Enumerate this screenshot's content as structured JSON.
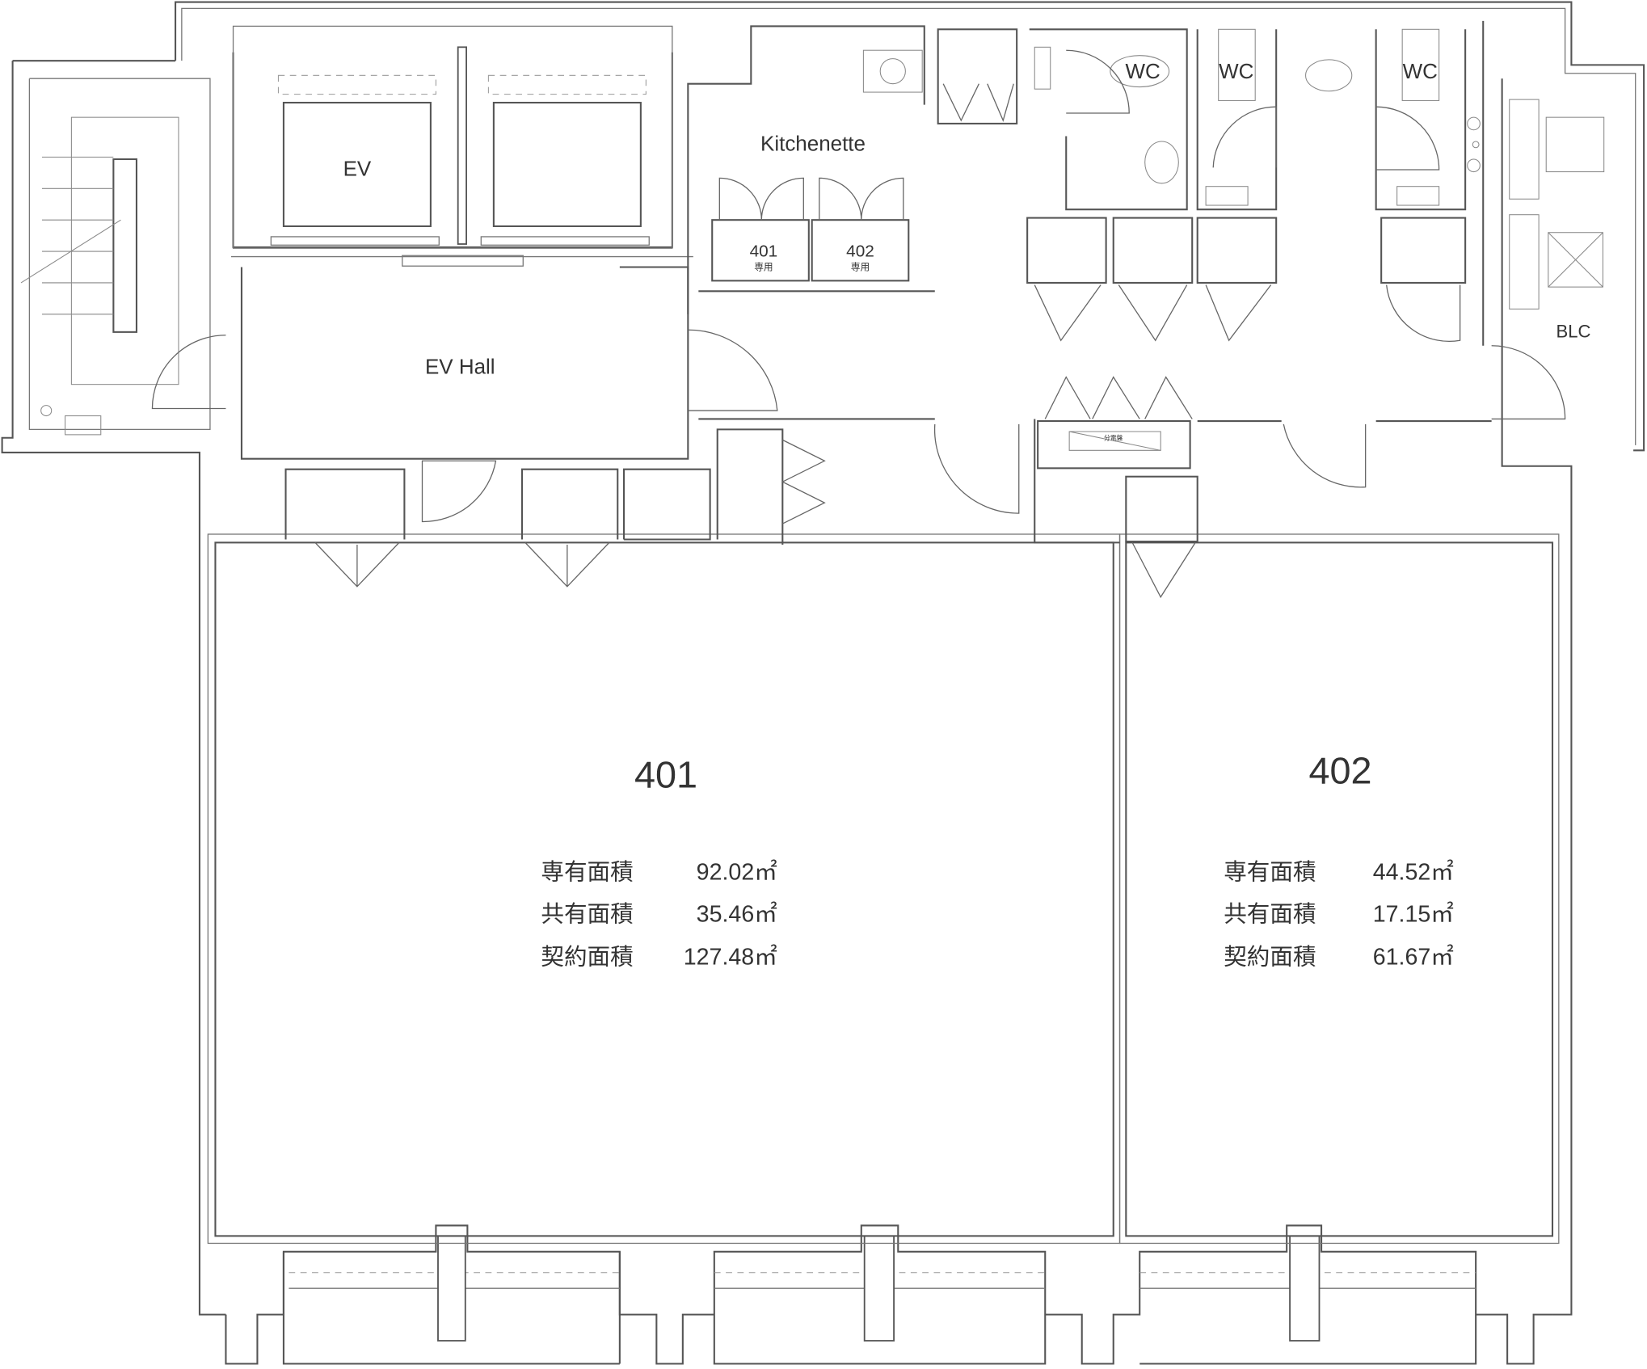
{
  "rooms": {
    "ev": "EV",
    "ev_hall": "EV Hall",
    "kitchenette": "Kitchenette",
    "locker_401": "401",
    "locker_401_sub": "専用",
    "locker_402": "402",
    "locker_402_sub": "専用",
    "wc1": "WC",
    "wc2": "WC",
    "wc3": "WC",
    "blc": "BLC",
    "panel": "分電盤"
  },
  "units": [
    {
      "name": "401",
      "rows": [
        {
          "label": "専有面積",
          "value": "92.02㎡"
        },
        {
          "label": "共有面積",
          "value": "35.46㎡"
        },
        {
          "label": "契約面積",
          "value": "127.48㎡"
        }
      ]
    },
    {
      "name": "402",
      "rows": [
        {
          "label": "専有面積",
          "value": "44.52㎡"
        },
        {
          "label": "共有面積",
          "value": "17.15㎡"
        },
        {
          "label": "契約面積",
          "value": "61.67㎡"
        }
      ]
    }
  ]
}
